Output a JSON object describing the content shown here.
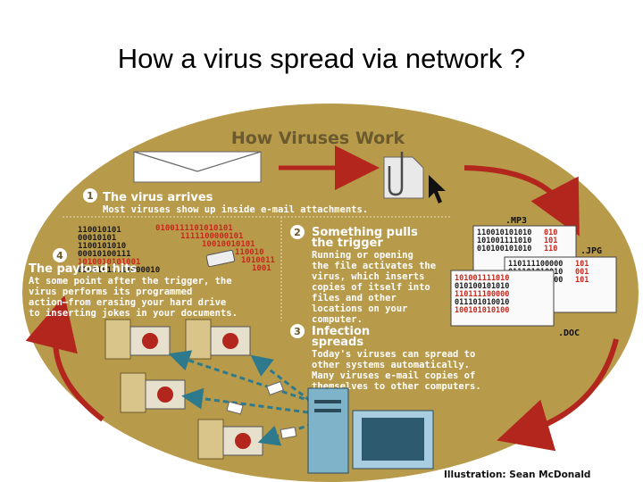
{
  "slide": {
    "title": "How a virus spread via network ?"
  },
  "diagram": {
    "heading": "How Viruses Work",
    "steps": [
      {
        "number": "1",
        "title": "The virus arrives",
        "lines": [
          "Most viruses show up inside e-mail attachments."
        ]
      },
      {
        "number": "2",
        "title_lines": [
          "Something pulls",
          "the trigger"
        ],
        "lines": [
          "Running or opening",
          "the file activates the",
          "virus, which inserts",
          "copies of itself into",
          "files and other",
          "locations on your",
          "computer."
        ]
      },
      {
        "number": "3",
        "title_lines": [
          "Infection",
          "spreads"
        ],
        "lines": [
          "Today's viruses can spread to",
          "other systems automatically.",
          "Many viruses e-mail copies of",
          "themselves to other computers."
        ]
      },
      {
        "number": "4",
        "title": "The payload hits",
        "lines": [
          "At some point after the trigger, the",
          "virus performs its programmed",
          "action—from erasing your hard drive",
          "to inserting jokes in your documents."
        ]
      }
    ],
    "binary_left": {
      "black": [
        "110010101",
        "00010101",
        "1100101010",
        "00010100111",
        "1010010101001",
        "01011011111000010"
      ],
      "red": [
        "0100111101010101",
        "1111100000101",
        "10010010101",
        "110010",
        "1010011",
        "1001"
      ]
    },
    "file_labels": [
      ".MP3",
      ".JPG",
      ".DOC"
    ],
    "file_binary": [
      {
        "black": "110010101010",
        "red": "010"
      },
      {
        "black": "101001111010",
        "red": "101"
      },
      {
        "black": "010100101010",
        "red": "110"
      },
      {
        "black": "110111100000",
        "red": "101"
      },
      {
        "black": "011101010010",
        "red": "001"
      },
      {
        "black": "100101010100",
        "red": "101"
      }
    ],
    "credit": "Illustration: Sean McDonald",
    "colors": {
      "background": "#b89a4b",
      "text": "#ffffff",
      "accent_red": "#b3261e",
      "teal": "#2e7a8c"
    },
    "icons": [
      "envelope-icon",
      "paperclip-file-icon",
      "mouse-cursor-icon",
      "computer-tower-icon",
      "skull-face-icon"
    ]
  }
}
